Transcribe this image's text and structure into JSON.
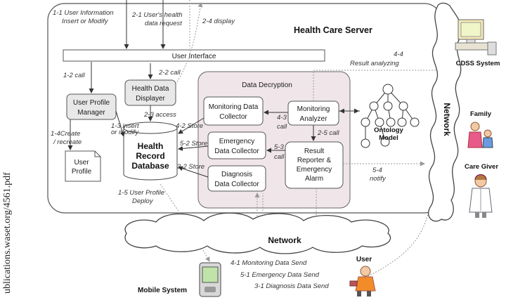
{
  "side_caption": "ublications.waset.org/4561.pdf",
  "server": {
    "title": "Health Care Server",
    "user_interface": "User Interface",
    "user_profile_manager": [
      "User Profile",
      "Manager"
    ],
    "user_profile": [
      "User",
      "Profile"
    ],
    "health_data_displayer": [
      "Health Data",
      "Displayer"
    ],
    "database": [
      "Health",
      "Record",
      "Database"
    ],
    "decryption": {
      "title": "Data Decryption",
      "monitoring_collector": [
        "Monitoring Data",
        "Collector"
      ],
      "emergency_collector": [
        "Emergency",
        "Data Collector"
      ],
      "diagnosis_collector": [
        "Diagnosis",
        "Data Collector"
      ]
    },
    "monitoring_analyzer": [
      "Monitoring",
      "Analyzer"
    ],
    "result_reporter": [
      "Result",
      "Reporter &",
      "Emergency",
      "Alarm"
    ],
    "ontology_model": [
      "Ontology",
      "Model"
    ]
  },
  "labels": {
    "l1_1": [
      "1-1 User Information",
      "Insert or Modify"
    ],
    "l2_1": [
      "2-1 User's health",
      "data request"
    ],
    "l2_4": "2-4 display",
    "l1_2": "1-2 call",
    "l2_2": "2-2 call",
    "l2_3": "2-3 access",
    "l1_3": [
      "1-3 insert",
      "or modify"
    ],
    "l1_4": [
      "1-4Create",
      "/ recreate"
    ],
    "l4_2": "4-2 Store",
    "l5_2": "5-2 Store",
    "l3_2": "3-2 Store",
    "l4_3": [
      "4-3",
      "call"
    ],
    "l5_3": [
      "5-3",
      "call"
    ],
    "l2_5": "2-5  call",
    "l4_4": [
      "4-4",
      "Result analyzing"
    ],
    "l5_4": [
      "5-4",
      "notify"
    ],
    "l1_5": [
      "1-5 User Profile",
      "Deploy"
    ],
    "l4_1": "4-1 Monitoring Data Send",
    "l5_1": "5-1 Emergency Data Send",
    "l3_1": "3-1 Diagnosis Data Send"
  },
  "network_bottom": "Network",
  "network_right": "Network",
  "cdss": "CDSS System",
  "family": "Family",
  "care_giver": "Care Giver",
  "user": "User",
  "mobile_system": "Mobile System"
}
